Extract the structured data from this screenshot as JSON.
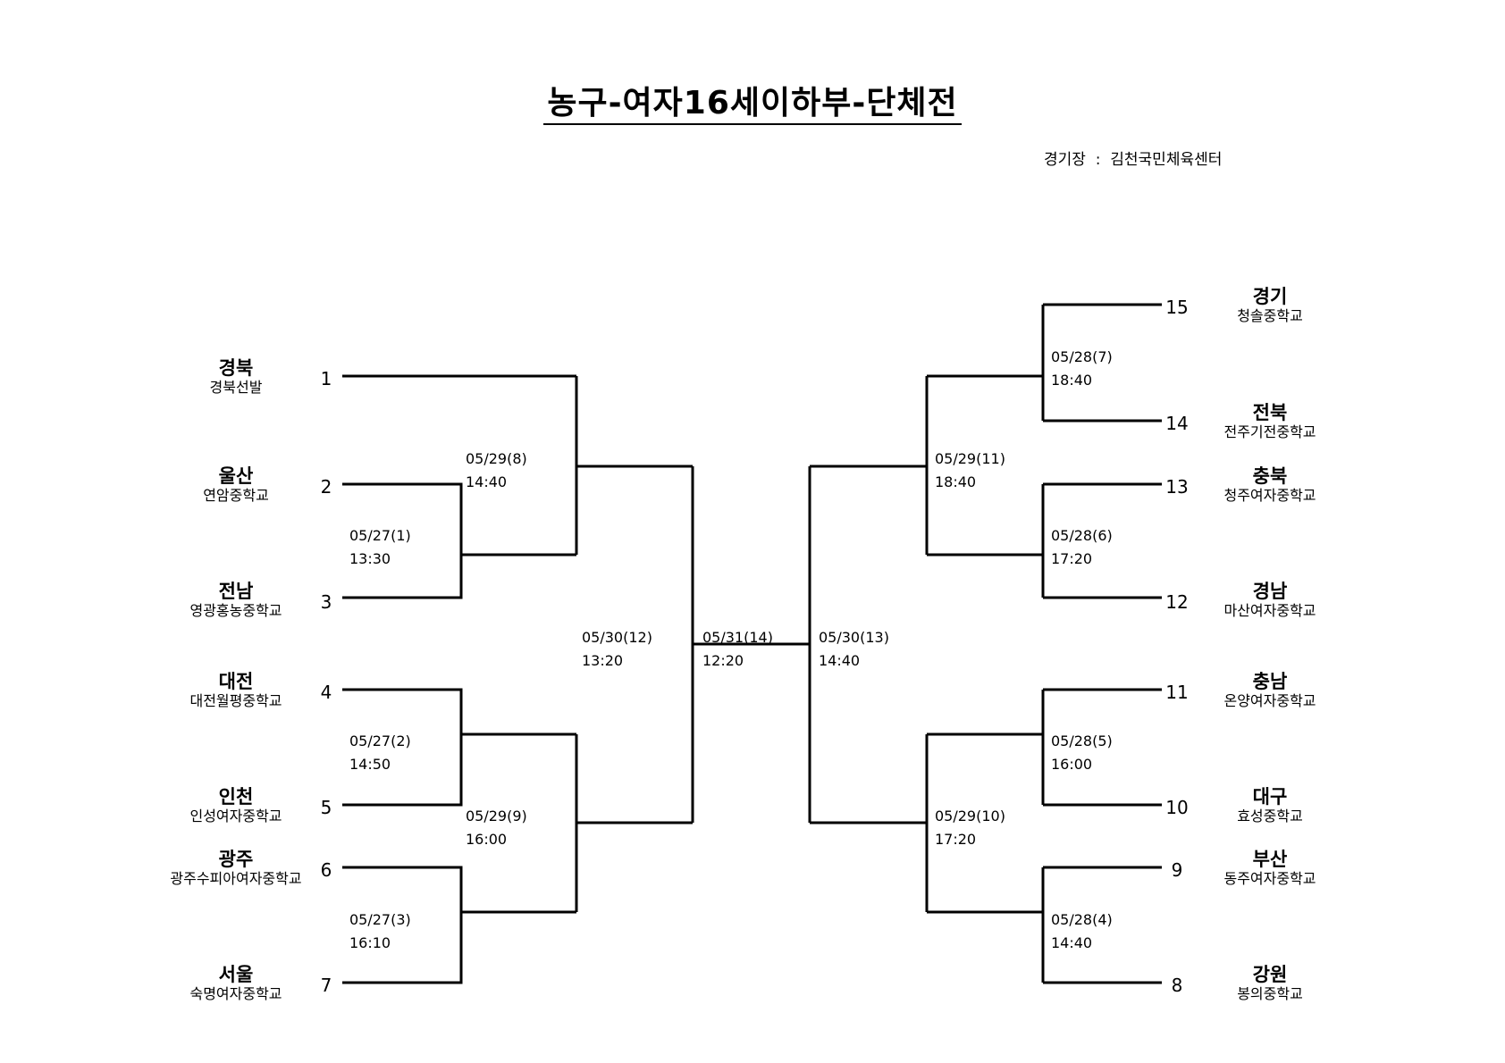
{
  "title": "농구-여자16세이하부-단체전",
  "venue": "경기장  :  김천국민체육센터",
  "left_teams": [
    {
      "seed": "1",
      "region": "경북",
      "school": "경북선발"
    },
    {
      "seed": "2",
      "region": "울산",
      "school": "연암중학교"
    },
    {
      "seed": "3",
      "region": "전남",
      "school": "영광홍농중학교"
    },
    {
      "seed": "4",
      "region": "대전",
      "school": "대전월평중학교"
    },
    {
      "seed": "5",
      "region": "인천",
      "school": "인성여자중학교"
    },
    {
      "seed": "6",
      "region": "광주",
      "school": "광주수피아여자중학교"
    },
    {
      "seed": "7",
      "region": "서울",
      "school": "숙명여자중학교"
    }
  ],
  "right_teams": [
    {
      "seed": "15",
      "region": "경기",
      "school": "청솔중학교"
    },
    {
      "seed": "14",
      "region": "전북",
      "school": "전주기전중학교"
    },
    {
      "seed": "13",
      "region": "충북",
      "school": "청주여자중학교"
    },
    {
      "seed": "12",
      "region": "경남",
      "school": "마산여자중학교"
    },
    {
      "seed": "11",
      "region": "충남",
      "school": "온양여자중학교"
    },
    {
      "seed": "10",
      "region": "대구",
      "school": "효성중학교"
    },
    {
      "seed": "9",
      "region": "부산",
      "school": "동주여자중학교"
    },
    {
      "seed": "8",
      "region": "강원",
      "school": "봉의중학교"
    }
  ],
  "matches": {
    "m1": {
      "date": "05/27(1)",
      "time": "13:30"
    },
    "m2": {
      "date": "05/27(2)",
      "time": "14:50"
    },
    "m3": {
      "date": "05/27(3)",
      "time": "16:10"
    },
    "m4": {
      "date": "05/28(4)",
      "time": "14:40"
    },
    "m5": {
      "date": "05/28(5)",
      "time": "16:00"
    },
    "m6": {
      "date": "05/28(6)",
      "time": "17:20"
    },
    "m7": {
      "date": "05/28(7)",
      "time": "18:40"
    },
    "m8": {
      "date": "05/29(8)",
      "time": "14:40"
    },
    "m9": {
      "date": "05/29(9)",
      "time": "16:00"
    },
    "m10": {
      "date": "05/29(10)",
      "time": "17:20"
    },
    "m11": {
      "date": "05/29(11)",
      "time": "18:40"
    },
    "m12": {
      "date": "05/30(12)",
      "time": "13:20"
    },
    "m13": {
      "date": "05/30(13)",
      "time": "14:40"
    },
    "m14": {
      "date": "05/31(14)",
      "time": "12:20"
    }
  }
}
